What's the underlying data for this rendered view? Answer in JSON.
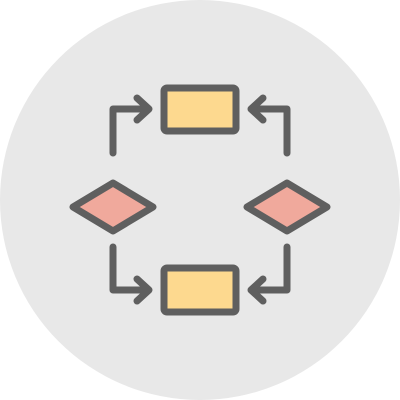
{
  "colors": {
    "page_background": "#ffffff",
    "circle_background": "#e8e8e8",
    "stroke": "#5f5f5f",
    "rect_fill": "#fdd98f",
    "diamond_fill": "#f0a99c"
  },
  "icon": "process-flow-icon",
  "nodes": [
    {
      "id": "top-box",
      "shape": "rectangle"
    },
    {
      "id": "bottom-box",
      "shape": "rectangle"
    },
    {
      "id": "left-diamond",
      "shape": "diamond"
    },
    {
      "id": "right-diamond",
      "shape": "diamond"
    }
  ],
  "edges": [
    {
      "from": "left-diamond",
      "to": "top-box"
    },
    {
      "from": "right-diamond",
      "to": "top-box"
    },
    {
      "from": "left-diamond",
      "to": "bottom-box"
    },
    {
      "from": "right-diamond",
      "to": "bottom-box"
    }
  ]
}
